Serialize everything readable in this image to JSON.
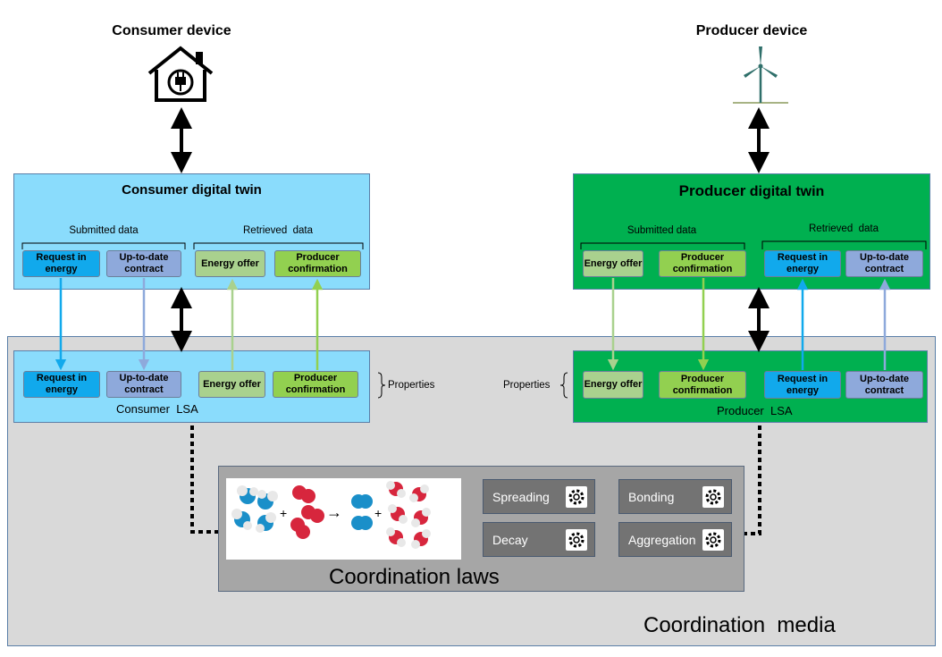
{
  "consumer_device": {
    "title": "Consumer device",
    "icon": "house-plug-icon"
  },
  "producer_device": {
    "title": "Producer device",
    "icon": "wind-turbine-icon"
  },
  "consumer_twin": {
    "title": "Consumer digital twin",
    "submitted_label": "Submitted data",
    "retrieved_label": "Retrieved  data",
    "items": [
      "Request in energy",
      "Up-to-date contract",
      "Energy offer",
      "Producer confirmation"
    ]
  },
  "producer_twin": {
    "title_bold": "Producer",
    "title_rest": " digital twin",
    "submitted_label": "Submitted data",
    "retrieved_label": "Retrieved  data",
    "items": [
      "Energy offer",
      "Producer confirmation",
      "Request in energy",
      "Up-to-date contract"
    ]
  },
  "consumer_lsa": {
    "label": "Consumer  LSA",
    "items": [
      "Request in energy",
      "Up-to-date contract",
      "Energy offer",
      "Producer confirmation"
    ],
    "properties_label": "Properties"
  },
  "producer_lsa": {
    "label": "Producer  LSA",
    "items": [
      "Energy offer",
      "Producer confirmation",
      "Request in energy",
      "Up-to-date contract"
    ],
    "properties_label": "Properties"
  },
  "coordination_laws": {
    "title": "Coordination laws",
    "laws": [
      "Spreading",
      "Bonding",
      "Decay",
      "Aggregation"
    ],
    "gear_icon": "gear-icon"
  },
  "coordination_media": {
    "title": "Coordination  media"
  },
  "colors": {
    "consumer_twin_bg": "#8adcfc",
    "producer_twin_bg": "#00b050",
    "media_bg": "#d9d9d9",
    "laws_bg": "#a6a6a6",
    "request": "#11a9ec",
    "contract": "#8ea9db",
    "offer": "#a9d18e",
    "confirmation": "#92d050"
  }
}
